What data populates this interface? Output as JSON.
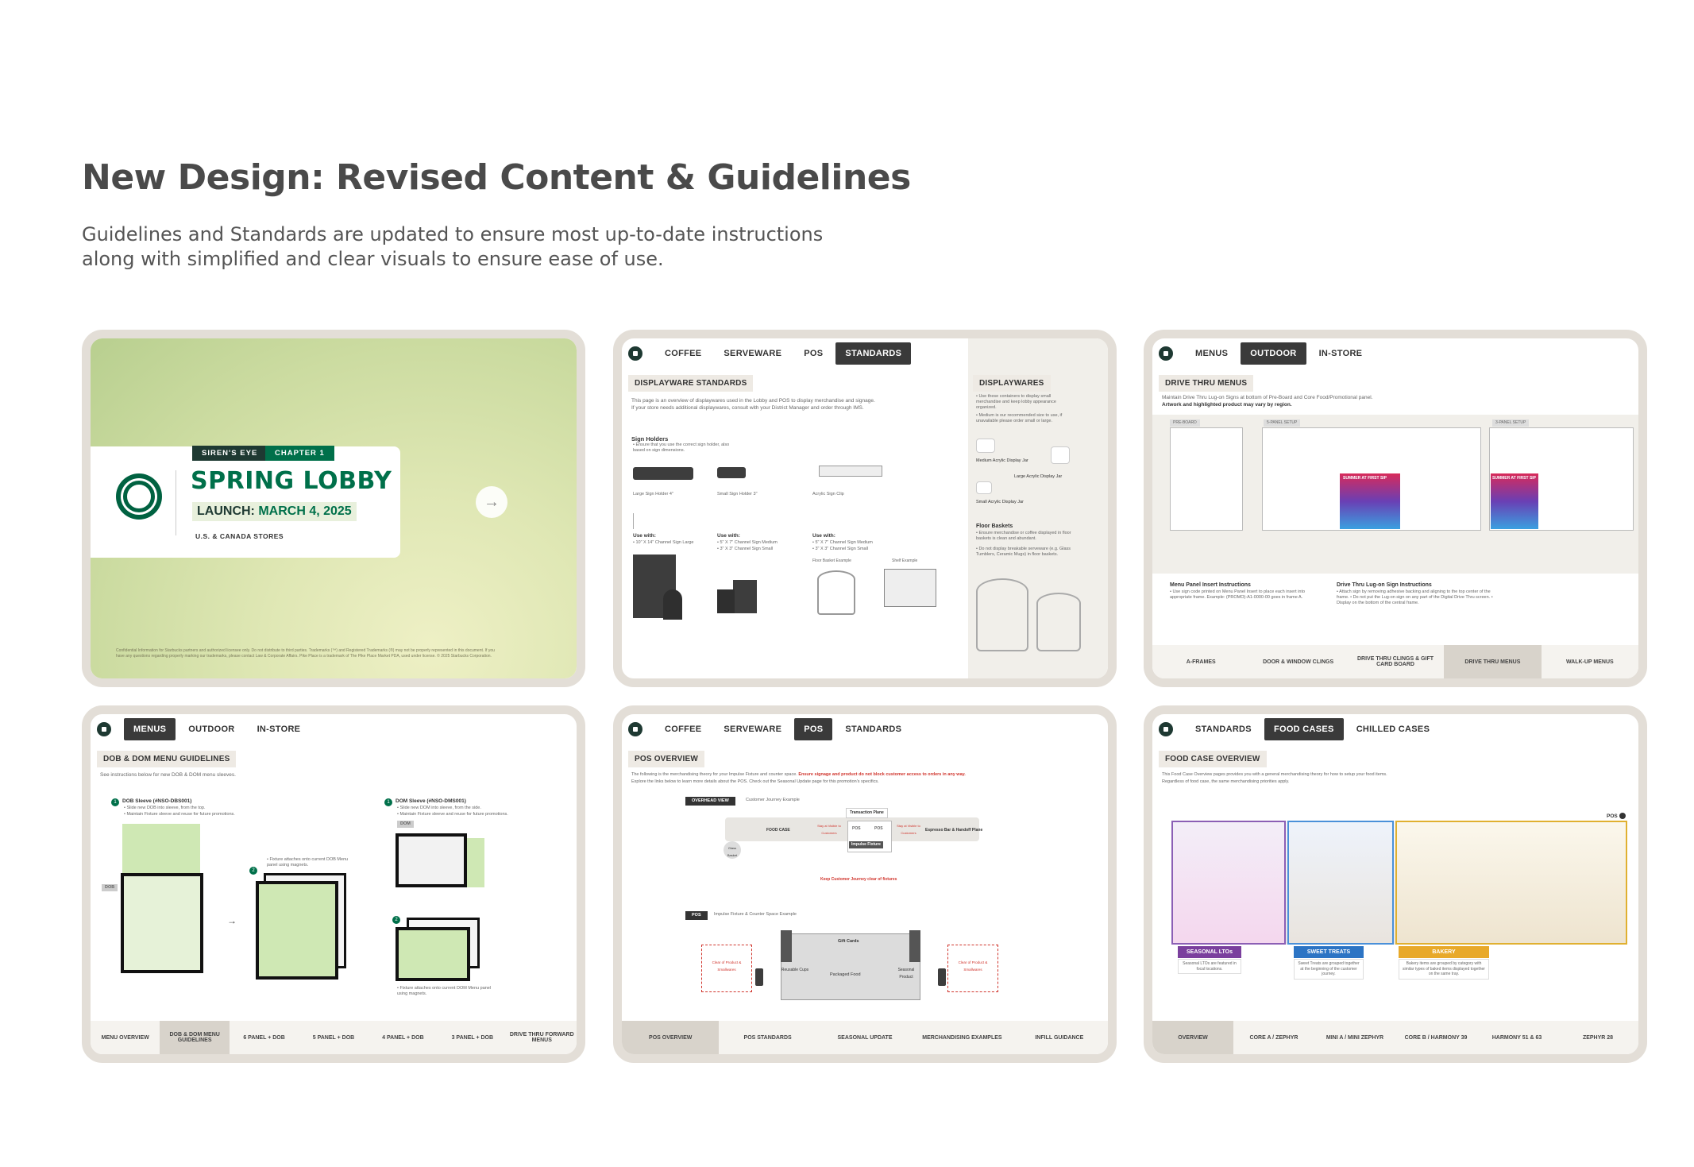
{
  "page": {
    "title": "New Design: Revised Content & Guidelines",
    "subtitle": "Guidelines and Standards are updated to ensure most up-to-date instructions along with simplified and clear visuals to ensure ease of use."
  },
  "colors": {
    "starbucks_green": "#00704a",
    "dark_green": "#1e3932",
    "tab_active": "#3a3a3a",
    "frame": "#e3ded7"
  },
  "cover": {
    "tag1": "SIREN'S EYE",
    "tag2": "CHAPTER 1",
    "title": "SPRING LOBBY",
    "launch_label": "LAUNCH:",
    "launch_date": "MARCH 4, 2025",
    "stores": "U.S. & CANADA STORES",
    "arrow_icon": "→",
    "fineprint": "Confidential Information for Starbucks partners and authorized licensee only. Do not distribute to third parties. Trademarks (™) and Registered Trademarks (®) may not be properly represented in this document. If you have any questions regarding properly marking our trademarks, please contact Law & Corporate Affairs. Pike Place is a trademark of The Pike Place Market PDA, used under license. © 2025 Starbucks Corporation."
  },
  "standards": {
    "tabs": [
      "COFFEE",
      "SERVEWARE",
      "POS",
      "STANDARDS"
    ],
    "section": "DISPLAYWARE STANDARDS",
    "intro1": "This page is an overview of displaywares used in the Lobby and POS to display merchandise and signage.",
    "intro2": "If your store needs additional displaywares, consult with your District Manager and order through IMS.",
    "sign_holders": "Sign Holders",
    "sign_holders_note": "• Ensure that you use the correct sign holder, also based on sign dimensions.",
    "item1": "Large Sign Holder 4\"",
    "item2": "Small Sign Holder 3\"",
    "item3": "Acrylic Sign Clip",
    "use_with": "Use with:",
    "use1": "• 10\" X 14\" Channel Sign Large",
    "use2a": "• 5\" X 7\" Channel Sign Medium",
    "use2b": "• 3\" X 3\" Channel Sign Small",
    "use3a": "• 5\" X 7\" Channel Sign Medium",
    "use3b": "• 3\" X 3\" Channel Sign Small",
    "floor_example": "Floor Basket Example",
    "shelf_example": "Shelf Example",
    "right_title": "DISPLAYWARES",
    "right_note1": "• Use these containers to display small merchandise and keep lobby appearance organized.",
    "right_note2": "• Medium is our recommended size to use, if unavailable please order small or large.",
    "jar1": "Medium Acrylic Display Jar",
    "jar2": "Large Acrylic Display Jar",
    "jar3": "Small Acrylic Display Jar",
    "floor_baskets": "Floor Baskets",
    "fb1": "• Ensure merchandise or coffee displayed in floor baskets is clean and abundant.",
    "fb2": "• Do not display breakable serveware (e.g. Glass Tumblers, Ceramic Mugs) in floor baskets."
  },
  "drive": {
    "tabs": [
      "MENUS",
      "OUTDOOR",
      "IN-STORE"
    ],
    "section": "DRIVE THRU MENUS",
    "intro1": "Maintain Drive Thru Lug-on Signs at bottom of Pre-Board and Core Food/Promotional panel.",
    "intro2": "Artwork and highlighted product may vary by region.",
    "label1": "PRE-BOARD",
    "label2": "5-PANEL SETUP",
    "label3": "3-PANEL SETUP",
    "promo": "SUMMER AT FIRST SIP",
    "insert_title": "Menu Panel Insert Instructions",
    "insert_text": "• Use sign code printed on Menu Panel Insert to place each insert into appropriate frame. Example: (PROMO)-A1-0000-00 goes in frame A.",
    "lug_title": "Drive Thru Lug-on Sign Instructions",
    "lug_text": "• Attach sign by removing adhesive backing and aligning to the top center of the frame. • Do not put the Lug-on sign on any part of the Digital Drive Thru screen. • Display on the bottom of the central frame.",
    "bottom": [
      "A-FRAMES",
      "DOOR & WINDOW CLINGS",
      "DRIVE THRU CLINGS & GIFT CARD BOARD",
      "DRIVE THRU MENUS",
      "WALK-UP MENUS"
    ]
  },
  "dob": {
    "tabs": [
      "MENUS",
      "OUTDOOR",
      "IN-STORE"
    ],
    "section": "DOB & DOM MENU GUIDELINES",
    "intro": "See instructions below for new DOB & DOM menu sleeves.",
    "step1": "1",
    "step2": "2",
    "dob_title": "DOB Sleeve (#NSO-DBS001)",
    "dob_s1": "• Slide new DOB into sleeve, from the top.",
    "dob_s2": "• Maintain Fixture sleeve and reuse for future promotions.",
    "dob_tag": "DOB",
    "dob_fix": "• Fixture attaches onto current DOB Menu panel using magnets.",
    "dom_title": "DOM Sleeve (#NSO-DMS001)",
    "dom_s1": "• Slide new DOM into sleeve, from the side.",
    "dom_s2": "• Maintain Fixture sleeve and reuse for future promotions.",
    "dom_tag": "DOM",
    "dom_fix": "• Fixture attaches onto current DOM Menu panel using magnets.",
    "bottom": [
      "MENU OVERVIEW",
      "DOB & DOM MENU GUIDELINES",
      "6 PANEL + DOB",
      "5 PANEL + DOB",
      "4 PANEL + DOB",
      "3 PANEL + DOB",
      "DRIVE THRU FORWARD MENUS"
    ]
  },
  "pos": {
    "tabs": [
      "COFFEE",
      "SERVEWARE",
      "POS",
      "STANDARDS"
    ],
    "section": "POS OVERVIEW",
    "intro1": "The following is the merchandising theory for your Impulse Fixture and counter space.",
    "intro_red": "Ensure signage and product do not block customer access to orders in any way.",
    "intro2": "Explore the links below to learn more details about the POS. Check out the Seasonal Update page for this promotion's specifics.",
    "overhead": "OVERHEAD VIEW",
    "journey": "Customer Journey Example",
    "transaction": "Transaction Plane",
    "food_case": "FOOD CASE",
    "clear1": "Stay at Visible to Customers",
    "pos1": "POS",
    "pos2": "POS",
    "impulse": "Impulse Fixture",
    "clear2": "Stay at Visible to Customers",
    "espresso": "Espresso Bar & Handoff Plane",
    "basket": "Glass Basket",
    "journey_clear": "Keep Customer Journey clear of fixtures",
    "pos_tag": "POS",
    "impulse_example": "Impulse Fixture & Counter Space Example",
    "gift": "Gift Cards",
    "reusable": "Reusable Cups",
    "packaged": "Packaged Food",
    "seasonal": "Seasonal Product",
    "clear_left": "Clear of Product & Smallwares",
    "clear_right": "Clear of Product & Smallwares",
    "bottom": [
      "POS OVERVIEW",
      "POS STANDARDS",
      "SEASONAL UPDATE",
      "MERCHANDISING EXAMPLES",
      "INFILL GUIDANCE"
    ]
  },
  "food": {
    "tabs": [
      "STANDARDS",
      "FOOD CASES",
      "CHILLED CASES"
    ],
    "section": "FOOD CASE OVERVIEW",
    "intro1": "This Food Case Overview pages provides you with a general merchandising theory for how to setup your food items.",
    "intro2": "Regardless of food case, the same merchandising priorities apply.",
    "pos_link": "POS",
    "card1": "SEASONAL LTOs",
    "card1_text": "Seasonal LTOs are featured in focal locations.",
    "card2": "SWEET TREATS",
    "card2_text": "Sweet Treats are grouped together at the beginning of the customer journey.",
    "card3": "BAKERY",
    "card3_text": "Bakery items are grouped by category with similar types of baked items displayed together on the same tray.",
    "bottom": [
      "OVERVIEW",
      "CORE A / ZEPHYR",
      "MINI A / MINI ZEPHYR",
      "CORE B / HARMONY 39",
      "HARMONY 51 & 63",
      "ZEPHYR 28"
    ]
  }
}
